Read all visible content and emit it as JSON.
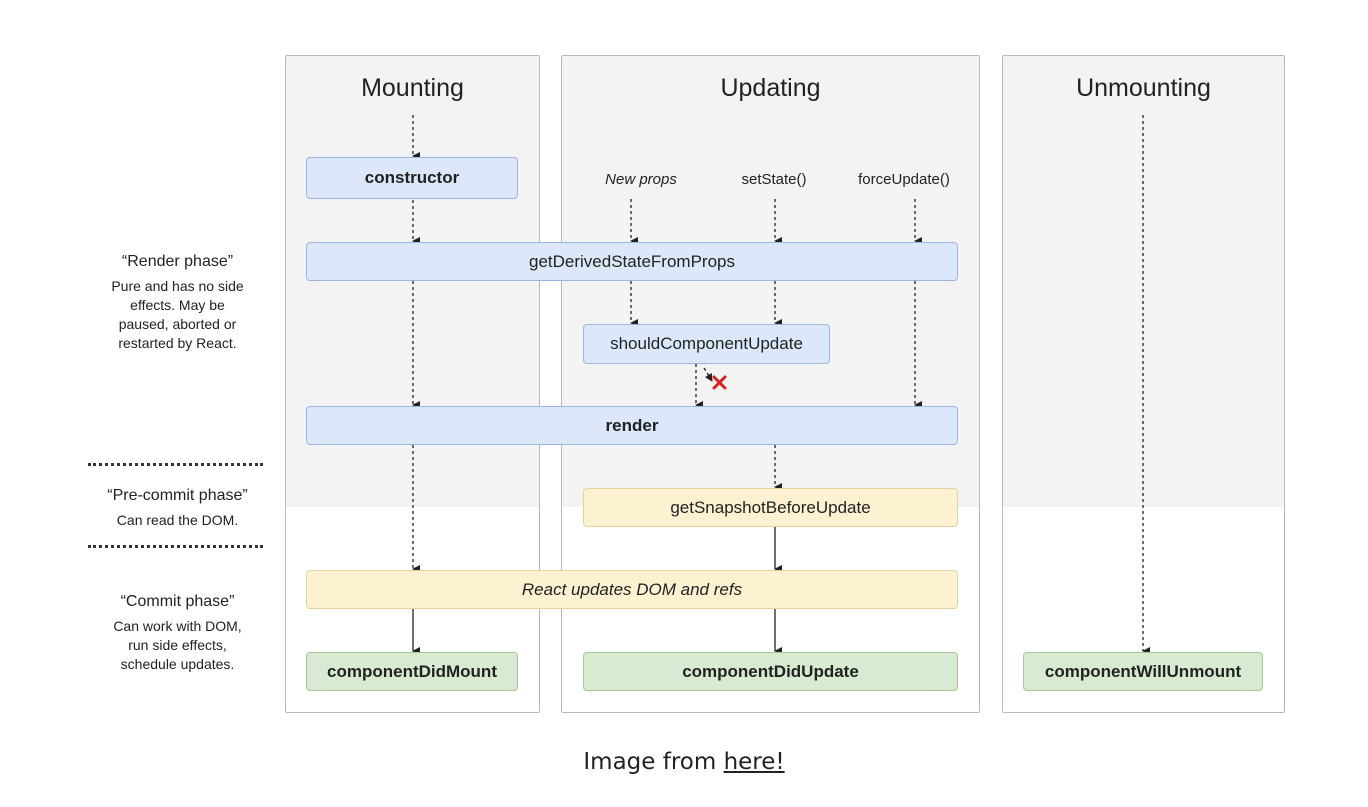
{
  "columns": {
    "mounting": "Mounting",
    "updating": "Updating",
    "unmounting": "Unmounting"
  },
  "triggers": {
    "new_props": "New props",
    "set_state": "setState()",
    "force_update": "forceUpdate()"
  },
  "boxes": {
    "constructor": "constructor",
    "get_derived_state": "getDerivedStateFromProps",
    "should_component_update": "shouldComponentUpdate",
    "render": "render",
    "get_snapshot": "getSnapshotBeforeUpdate",
    "react_updates_dom": "React updates DOM and refs",
    "component_did_mount": "componentDidMount",
    "component_did_update": "componentDidUpdate",
    "component_will_unmount": "componentWillUnmount"
  },
  "phases": {
    "render": {
      "title": "“Render phase”",
      "lines": [
        "Pure and has no side",
        "effects. May be",
        "paused, aborted or",
        "restarted by React."
      ]
    },
    "precommit": {
      "title": "“Pre-commit phase”",
      "lines": [
        "Can read the DOM."
      ]
    },
    "commit": {
      "title": "“Commit phase”",
      "lines": [
        "Can work with DOM,",
        "run side effects,",
        "schedule updates."
      ]
    }
  },
  "colors": {
    "render_box": "#dce8fa",
    "precommit_box": "#fcf2d2",
    "commit_box": "#d9ead3",
    "cancel_mark": "#e02020"
  },
  "caption": {
    "prefix": "Image from ",
    "link": "here!"
  }
}
